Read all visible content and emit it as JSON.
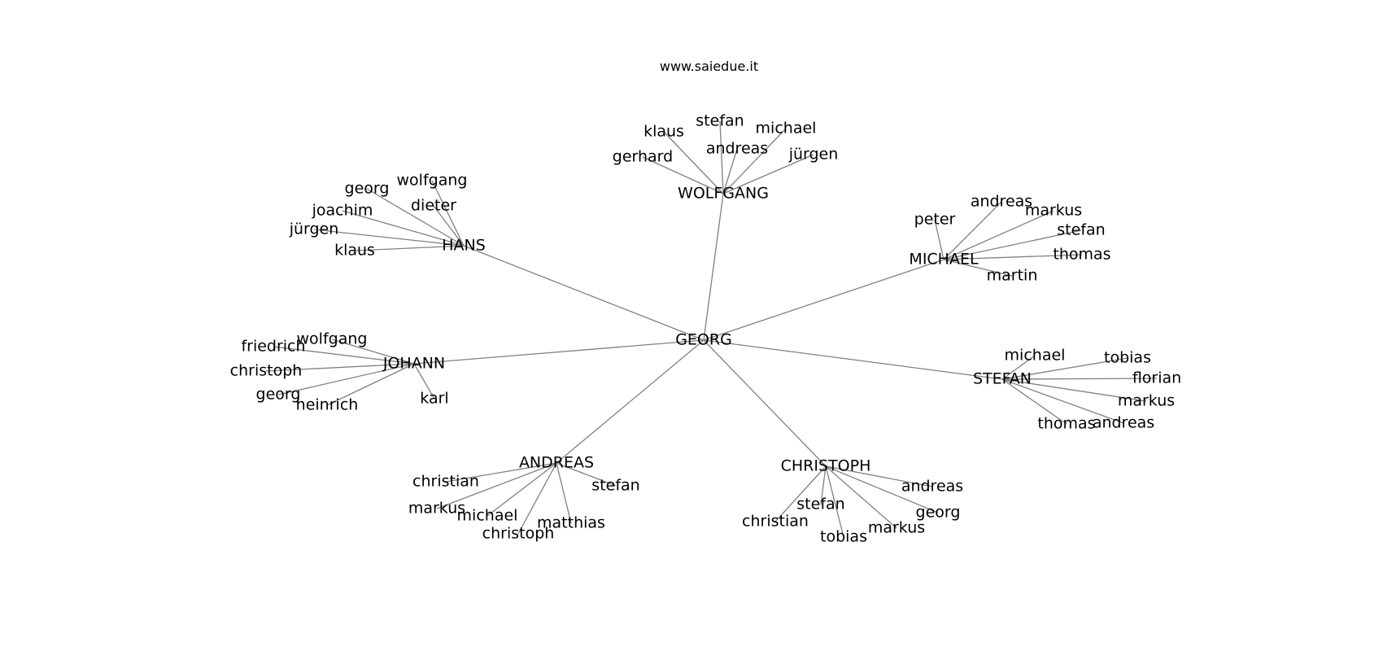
{
  "title": "www.saiedue.it",
  "colors": {
    "edge": "#808080",
    "text": "#000000",
    "background": "#ffffff"
  },
  "root": "GEORG",
  "branches": [
    {
      "name": "WOLFGANG",
      "children": [
        "klaus",
        "stefan",
        "michael",
        "andreas",
        "gerhard",
        "jürgen"
      ]
    },
    {
      "name": "HANS",
      "children": [
        "georg",
        "wolfgang",
        "joachim",
        "dieter",
        "jürgen",
        "klaus"
      ]
    },
    {
      "name": "MICHAEL",
      "children": [
        "peter",
        "andreas",
        "markus",
        "stefan",
        "thomas",
        "martin"
      ]
    },
    {
      "name": "JOHANN",
      "children": [
        "friedrich",
        "wolfgang",
        "christoph",
        "georg",
        "heinrich",
        "karl"
      ]
    },
    {
      "name": "STEFAN",
      "children": [
        "michael",
        "tobias",
        "florian",
        "markus",
        "thomas",
        "andreas"
      ]
    },
    {
      "name": "ANDREAS",
      "children": [
        "christian",
        "stefan",
        "markus",
        "michael",
        "christoph",
        "matthias"
      ]
    },
    {
      "name": "CHRISTOPH",
      "children": [
        "andreas",
        "stefan",
        "christian",
        "georg",
        "markus",
        "tobias"
      ]
    }
  ]
}
